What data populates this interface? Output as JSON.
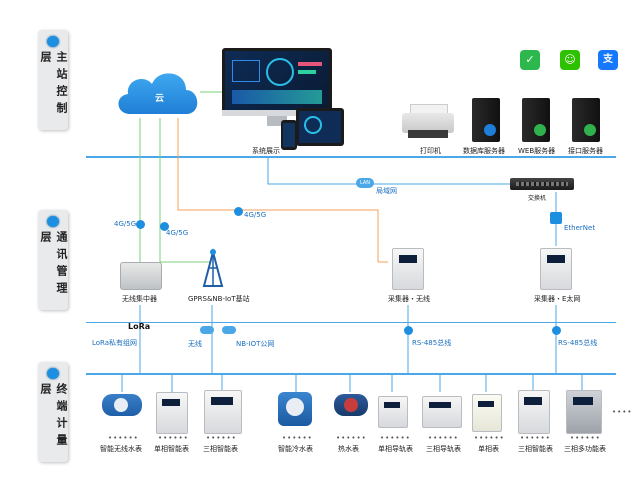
{
  "layers": [
    {
      "label": "主站控制层"
    },
    {
      "label": "通讯管理层"
    },
    {
      "label": "终端计量层"
    }
  ],
  "cloud_label": "云",
  "system_display_label": "系统展示",
  "servers": [
    "打印机",
    "数据库服务器",
    "WEB服务器",
    "接口服务器"
  ],
  "switch_label": "交换机",
  "lan_badge": "LAN",
  "lan_label": "局域网",
  "ethernet_label": "EtherNet",
  "links": {
    "l1": "4G/5G",
    "l2": "4G/5G",
    "l3": "4G/5G"
  },
  "comm_devices": {
    "concentrator": "无线集中器",
    "base_station": "GPRS&NB-IoT基站",
    "collector_wireless": "采集器・无线",
    "collector_ethernet": "采集器・E太网"
  },
  "lora_label": "LoRa",
  "bus_labels": {
    "lora_net": "LoRa私有组网",
    "wireless": "无线",
    "nbiot": "NB-IOT公网",
    "rs485_1": "RS-485总线",
    "rs485_2": "RS-485总线"
  },
  "meters": [
    "智能无线水表",
    "单相智能表",
    "三相智能表",
    "智能冷水表",
    "热水表",
    "单相导轨表",
    "三相导轨表",
    "单相表",
    "三相智能表",
    "三相多功能表"
  ],
  "dots": "••••••",
  "ellipsis": "••••",
  "app_icons": {
    "icon1": "✓",
    "icon2": "☺",
    "icon3": "支"
  },
  "colors": {
    "line_blue": "#4aa7e8",
    "green": "#7bd07b",
    "orange": "#f5a05a",
    "accent": "#1d8fe0"
  }
}
